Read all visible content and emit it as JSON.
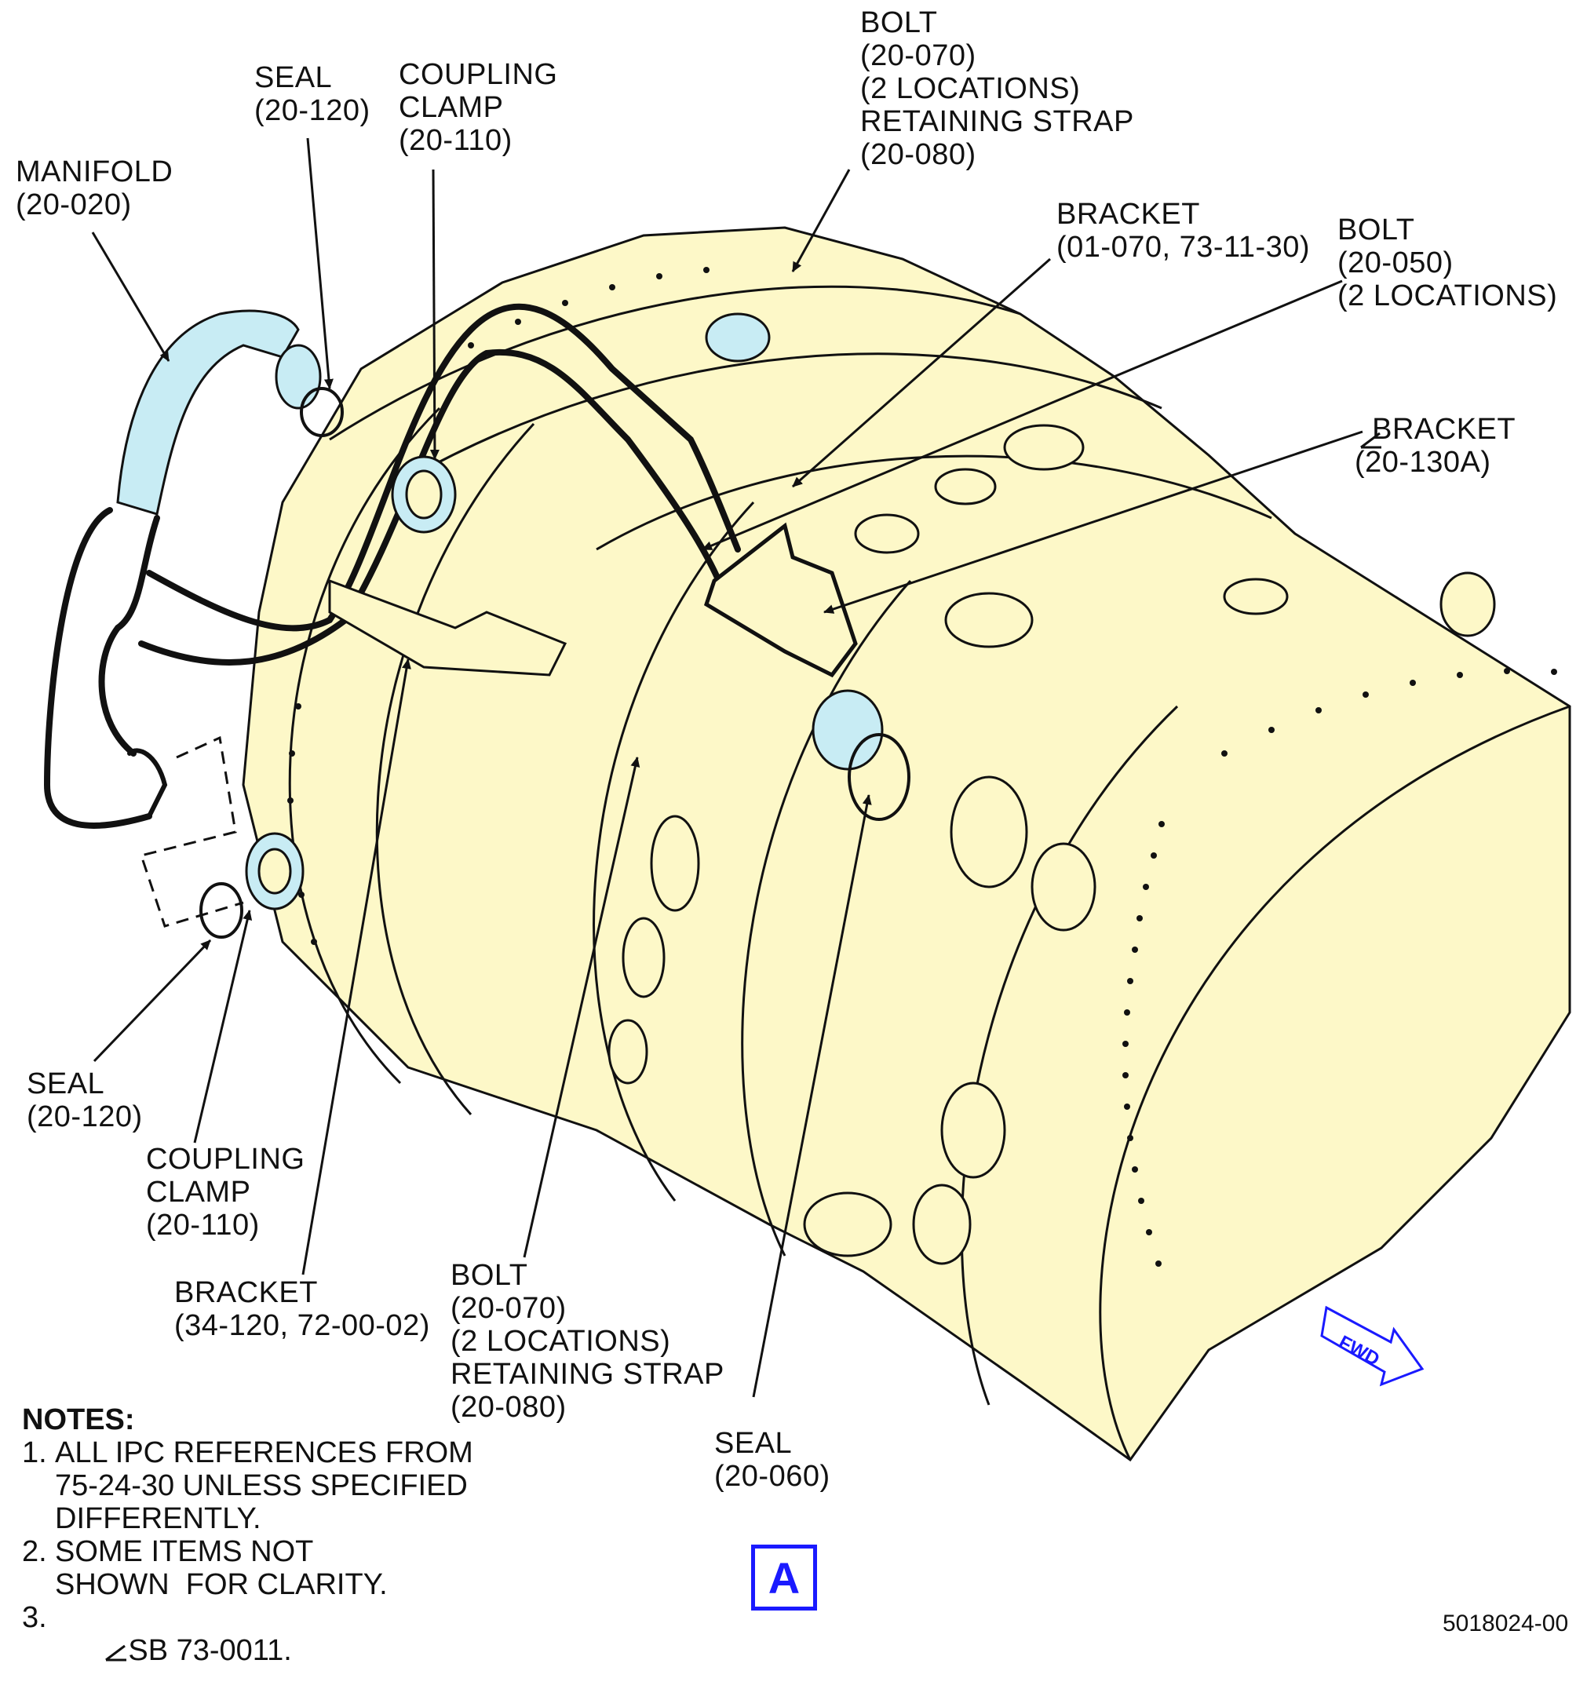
{
  "callouts": {
    "seal_top": "SEAL\n(20-120)",
    "coupling_clamp_top": "COUPLING\nCLAMP\n(20-110)",
    "manifold": "MANIFOLD\n(20-020)",
    "bolt_top": "BOLT\n(20-070)\n(2 LOCATIONS)\nRETAINING STRAP\n(20-080)",
    "bracket_01_070": "BRACKET\n(01-070, 73-11-30)",
    "bolt_20_050": "BOLT\n(20-050)\n(2 LOCATIONS)",
    "bracket_20_130a": "BRACKET\n(20-130A)",
    "seal_bottom_left": "SEAL\n(20-120)",
    "coupling_clamp_bottom": "COUPLING\nCLAMP\n(20-110)",
    "bracket_34_120": "BRACKET\n(34-120, 72-00-02)",
    "bolt_bottom": "BOLT\n(20-070)\n(2 LOCATIONS)\nRETAINING STRAP\n(20-080)",
    "seal_20_060": "SEAL\n(20-060)"
  },
  "notes": {
    "title": "NOTES:",
    "items": [
      {
        "num": "1.",
        "text": "ALL IPC REFERENCES FROM\n75-24-30 UNLESS SPECIFIED\nDIFFERENTLY."
      },
      {
        "num": "2.",
        "text": "SOME ITEMS NOT\nSHOWN  FOR CLARITY."
      },
      {
        "num": "3.",
        "text": "SB 73-0011."
      }
    ]
  },
  "fwd_label": "FWD",
  "view_label": "A",
  "figure_number": "5018024-00",
  "colors": {
    "engine_fill": "#fdf8c8",
    "manifold_fill": "#c8ecf4",
    "line": "#111111",
    "accent_blue": "#1a1aff"
  }
}
